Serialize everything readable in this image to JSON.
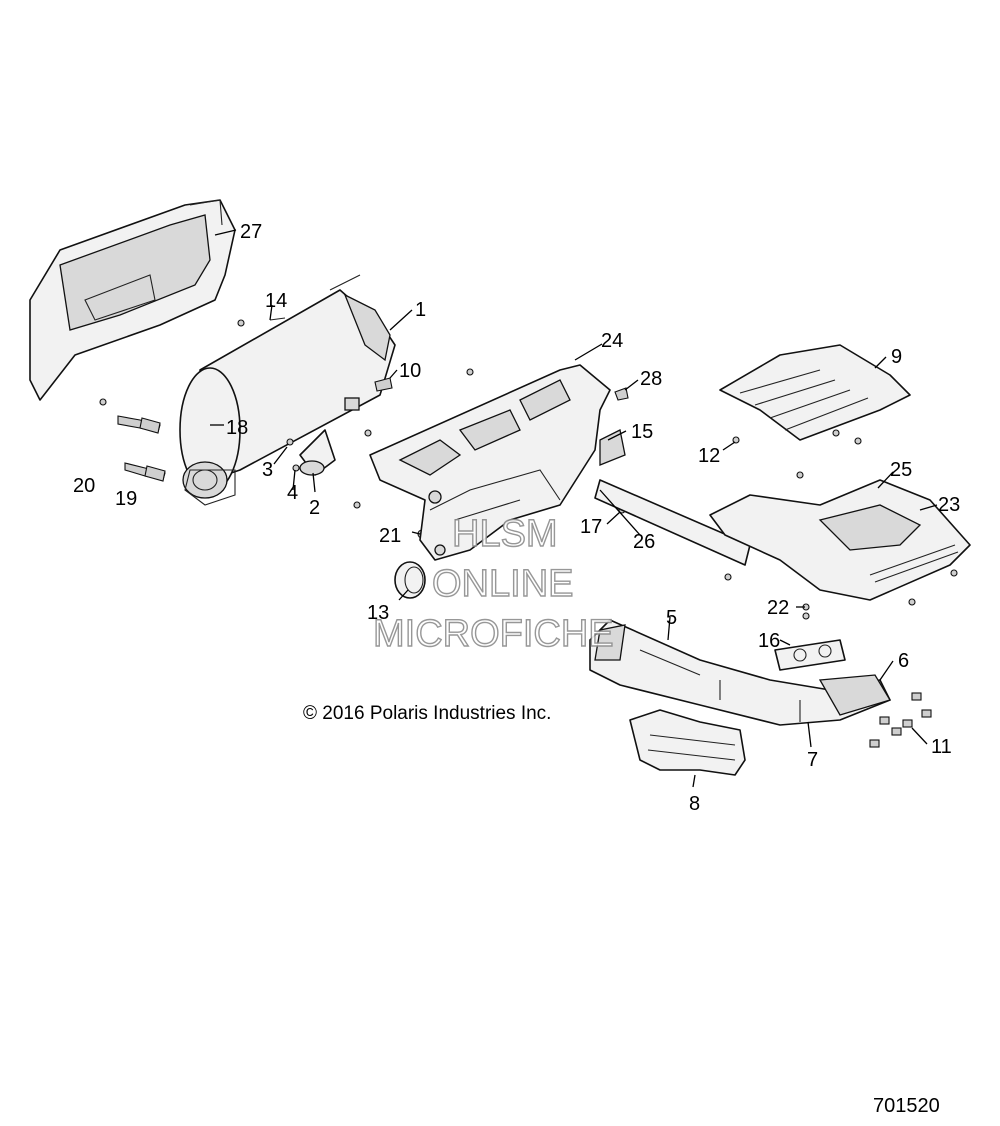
{
  "copyright": "© 2016 Polaris Industries Inc.",
  "diagram_number": "701520",
  "watermark": {
    "line1": "HLSM",
    "line2": "ONLINE",
    "line3": "MICROFICHE"
  },
  "callouts": {
    "c1": "1",
    "c2": "2",
    "c3": "3",
    "c4": "4",
    "c5": "5",
    "c6": "6",
    "c7": "7",
    "c8": "8",
    "c9": "9",
    "c10": "10",
    "c11": "11",
    "c12": "12",
    "c13": "13",
    "c14": "14",
    "c15": "15",
    "c16": "16",
    "c17": "17",
    "c18": "18",
    "c19": "19",
    "c20": "20",
    "c21": "21",
    "c22": "22",
    "c23": "23",
    "c24": "24",
    "c25": "25",
    "c26": "26",
    "c27": "27",
    "c28": "28"
  }
}
